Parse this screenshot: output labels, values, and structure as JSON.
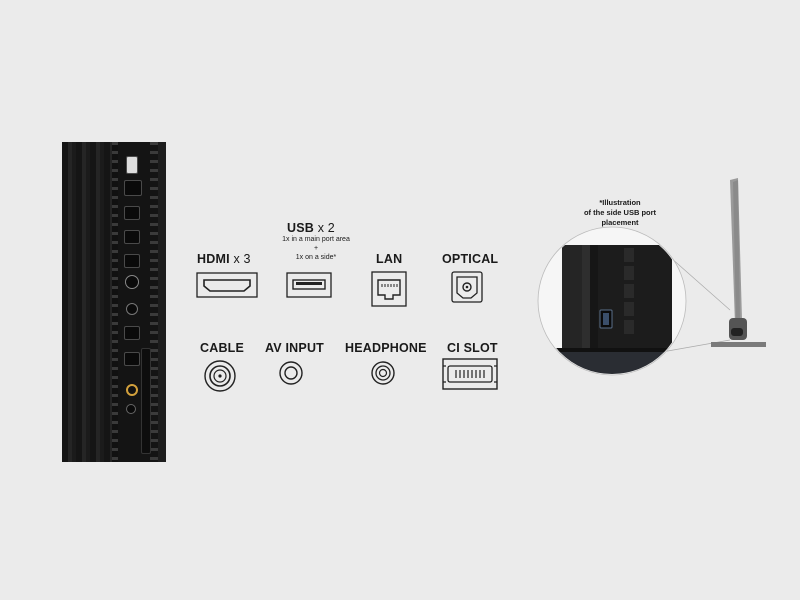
{
  "ports": {
    "hdmi": {
      "label": "HDMI",
      "count": "x 3",
      "icon": "hdmi-port-icon"
    },
    "usb": {
      "label": "USB",
      "count": "x 2",
      "note_main": "1x in a main port area",
      "note_plus": "+",
      "note_side": "1x on a side*",
      "icon": "usb-port-icon"
    },
    "lan": {
      "label": "LAN",
      "icon": "lan-port-icon"
    },
    "optical": {
      "label": "OPTICAL",
      "icon": "optical-port-icon"
    },
    "cable": {
      "label": "CABLE",
      "icon": "coax-port-icon"
    },
    "av": {
      "label": "AV INPUT",
      "icon": "av-jack-icon"
    },
    "headphone": {
      "label": "HEADPHONE",
      "icon": "headphone-jack-icon"
    },
    "ci": {
      "label": "CI SLOT",
      "icon": "ci-slot-icon"
    }
  },
  "illustration": {
    "note_line1": "*Illustration",
    "note_line2": "of the side USB port",
    "note_line3": "placement"
  },
  "colors": {
    "background": "#ebebeb",
    "panel": "#1d1d1d",
    "accent_port": "#d2a03c"
  }
}
